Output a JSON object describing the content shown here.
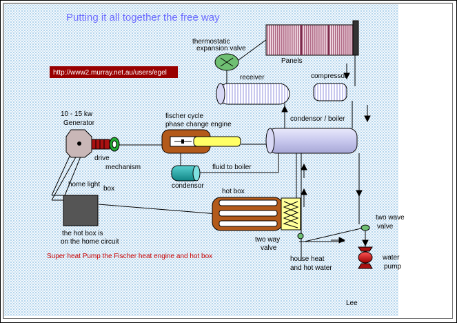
{
  "title": "Putting it all together the free way",
  "url_badge": "http://www2.murray.net.au/users/egel",
  "caption": "Super heat Pump the Fischer heat engine and hot box",
  "author": "Lee",
  "labels": {
    "thermostatic_line1": "thermostatic",
    "thermostatic_line2": "expansion valve",
    "panels": "Panels",
    "receiver": "receiver",
    "compressor": "compressor",
    "generator_line1": "10 - 15 kw",
    "generator_line2": "Generator",
    "fischer_line1": "fischer cycle",
    "fischer_line2": "phase change engine",
    "condensor_boiler": "condensor / boiler",
    "drive": "drive",
    "mechanism": "mechanism",
    "fluid_to_boiler": "fluid to boiler",
    "condensor": "condensor",
    "home_light": "home light",
    "box": "box",
    "hot_box": "hot box",
    "hot_box_note_line1": "the hot box is",
    "hot_box_note_line2": "on the home circuit",
    "two_way_line1": "two way",
    "two_way_line2": "valve",
    "two_wave_line1": "two wave",
    "two_wave_line2": "valve",
    "house_heat_line1": "house heat",
    "house_heat_line2": "and hot water",
    "water_line1": "water",
    "water_line2": "pump"
  },
  "colors": {
    "title": "#6b6bff",
    "caption": "#cc0000",
    "url_bg": "#990000",
    "panel_fill": "#b06a86",
    "engine_body": "#b35a1a",
    "engine_piston": "#ffff66",
    "condensor_small": "#1aa3a3",
    "lavender_tanks": "#c8c8ee",
    "green_valve": "#6fbf73",
    "pump_red": "#cc1111"
  }
}
